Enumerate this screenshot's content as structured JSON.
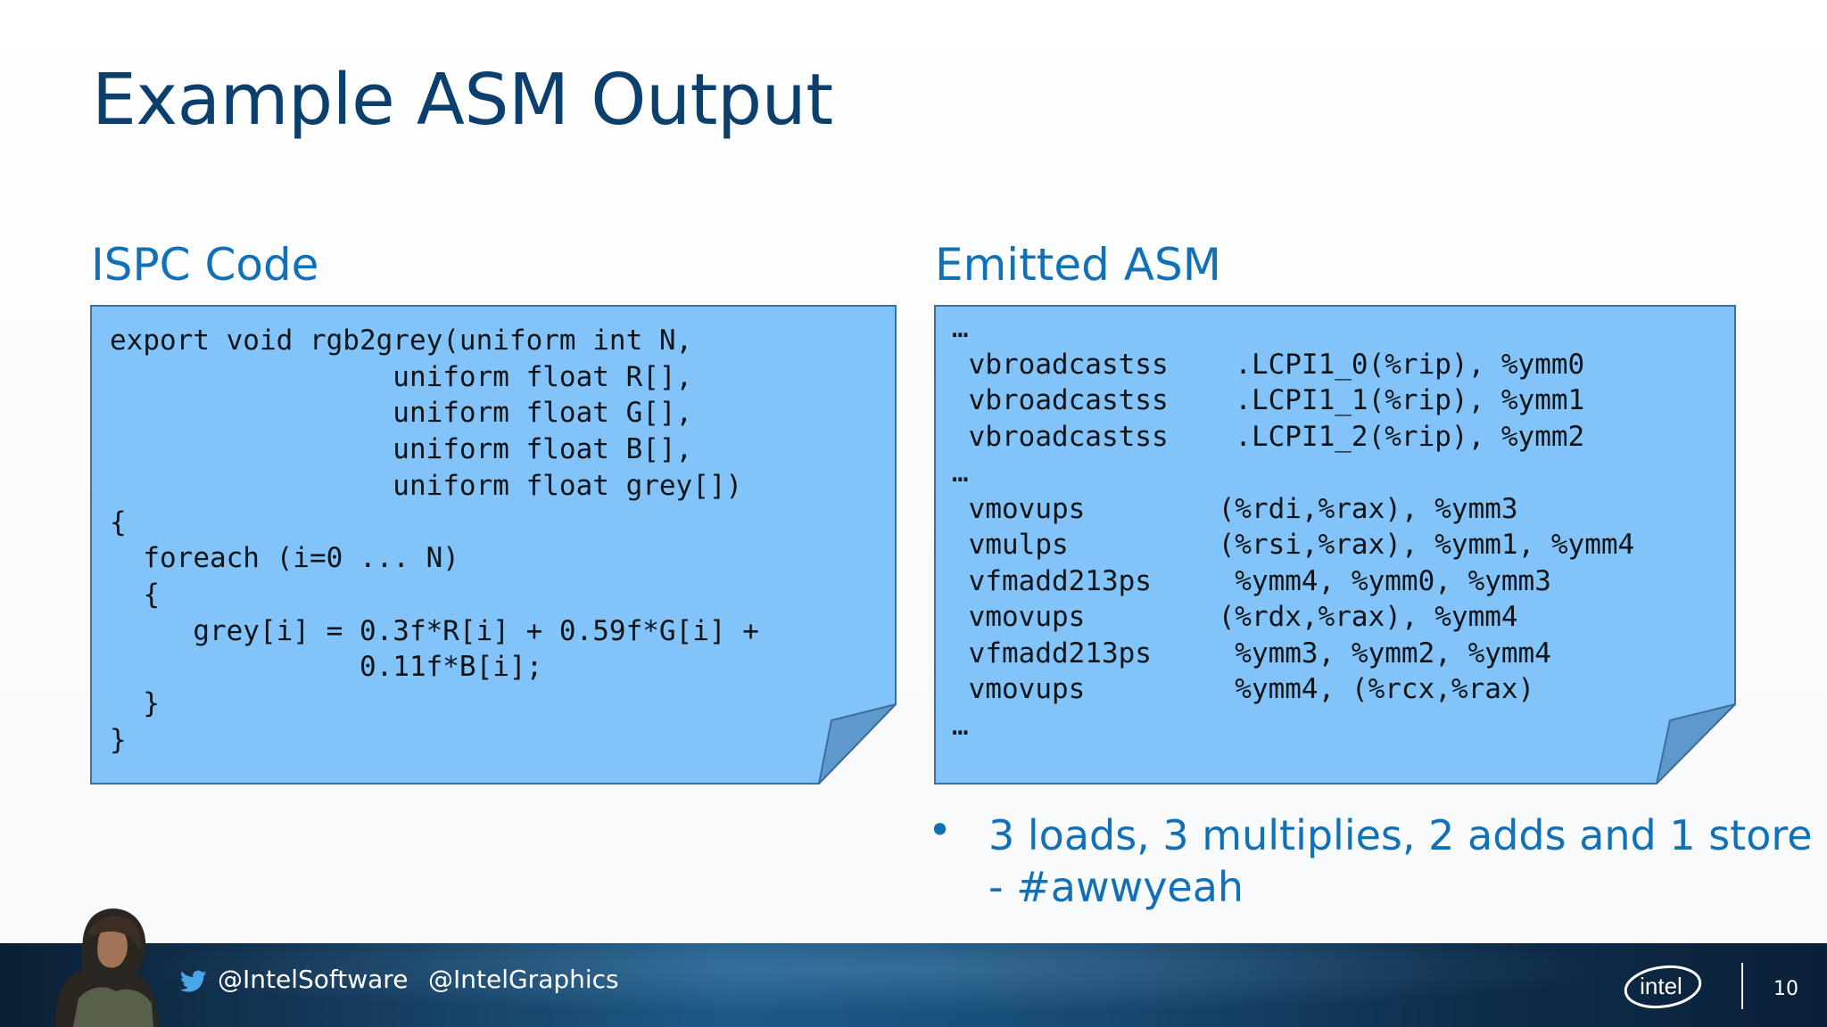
{
  "slide": {
    "title": "Example ASM Output",
    "page_number": "10"
  },
  "left_panel": {
    "heading": "ISPC Code",
    "code": "export void rgb2grey(uniform int N,\n                 uniform float R[],\n                 uniform float G[],\n                 uniform float B[],\n                 uniform float grey[])\n{\n  foreach (i=0 ... N)\n  {\n     grey[i] = 0.3f*R[i] + 0.59f*G[i] +\n               0.11f*B[i];\n  }\n}"
  },
  "right_panel": {
    "heading": "Emitted ASM",
    "code": "…\n vbroadcastss    .LCPI1_0(%rip), %ymm0\n vbroadcastss    .LCPI1_1(%rip), %ymm1\n vbroadcastss    .LCPI1_2(%rip), %ymm2\n…\n vmovups        (%rdi,%rax), %ymm3\n vmulps         (%rsi,%rax), %ymm1, %ymm4\n vfmadd213ps     %ymm4, %ymm0, %ymm3\n vmovups        (%rdx,%rax), %ymm4\n vfmadd213ps     %ymm3, %ymm2, %ymm4\n vmovups         %ymm4, (%rcx,%rax)\n…"
  },
  "bullets": [
    {
      "text": "3 loads, 3 multiplies, 2 adds and 1 store - #awwyeah"
    }
  ],
  "footer": {
    "twitter_handle_1": "@IntelSoftware",
    "twitter_handle_2": "@IntelGraphics",
    "logo_text": "intel"
  },
  "colors": {
    "title": "#0b3f6e",
    "heading": "#1070b8",
    "note_fill": "#82c4f9",
    "note_border": "#3d6f9c",
    "note_fold": "#5f98cb"
  },
  "icons": [
    "twitter-icon",
    "intel-logo"
  ]
}
